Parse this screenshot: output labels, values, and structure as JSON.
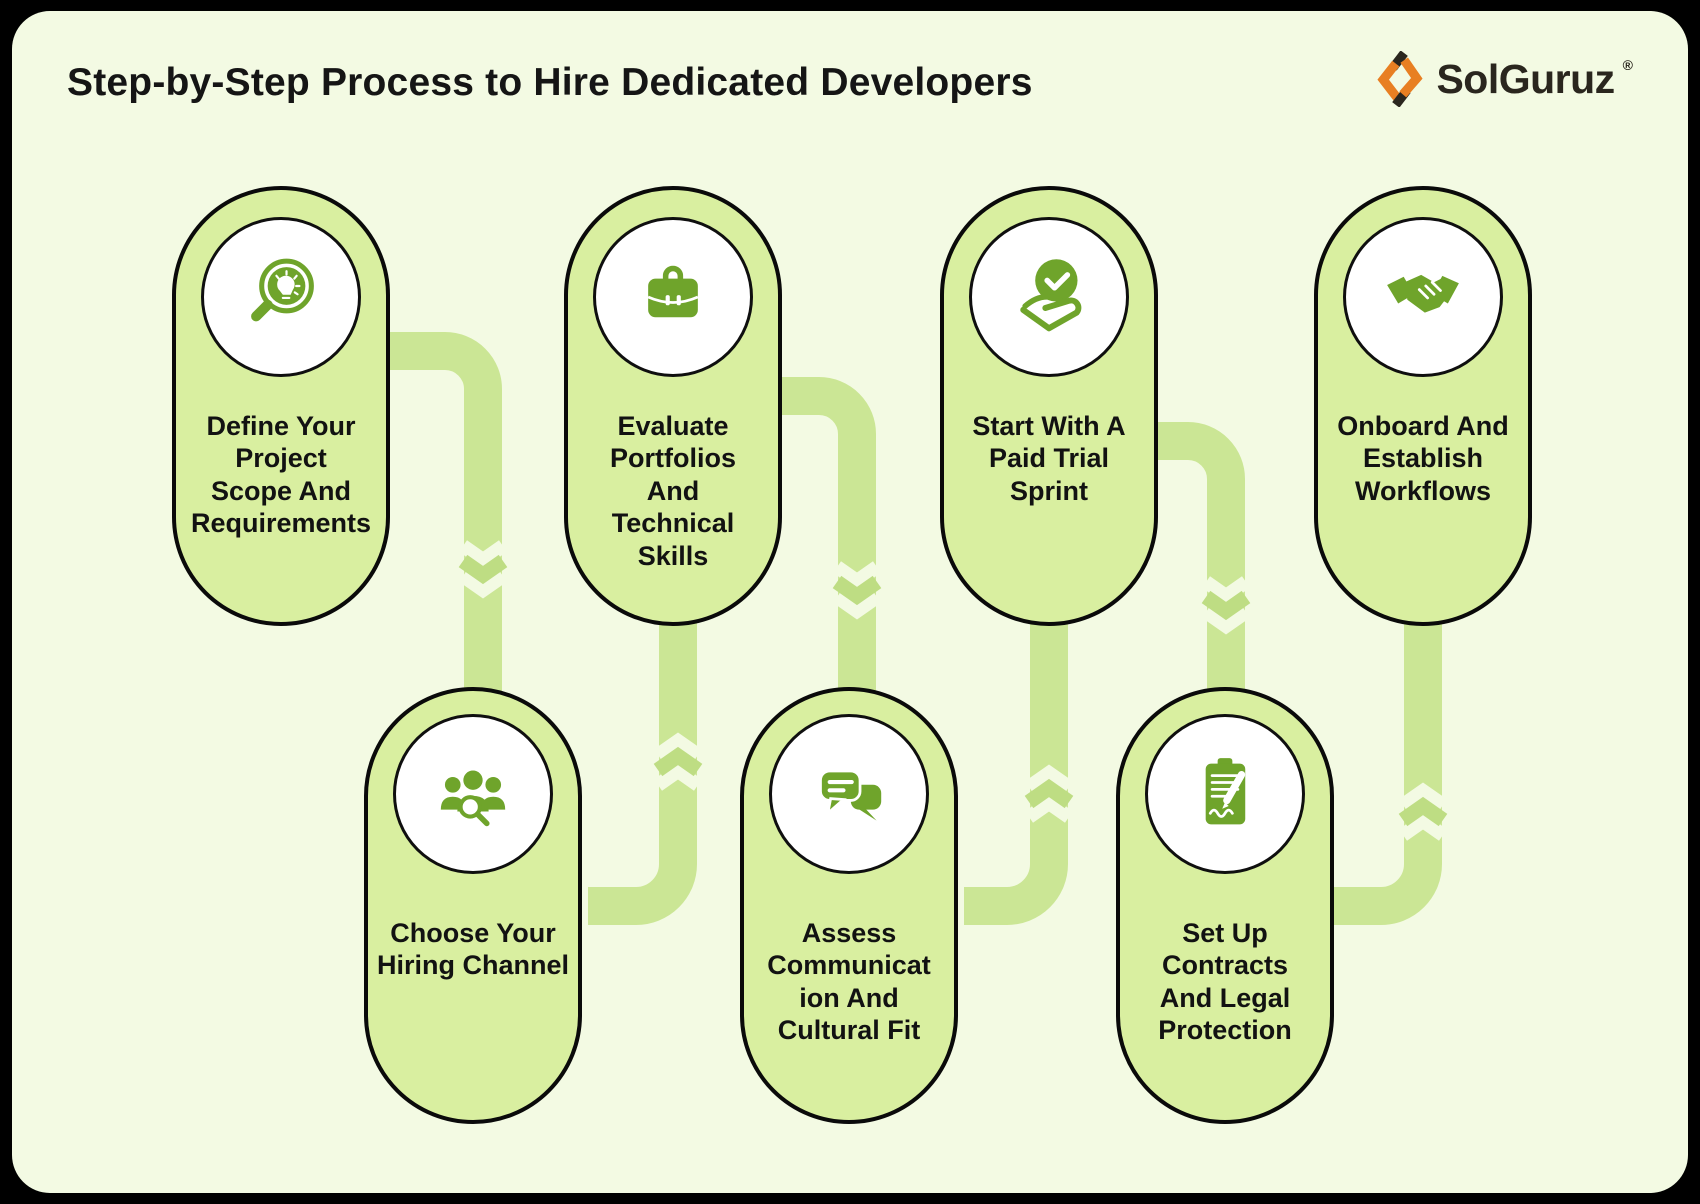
{
  "title": "Step-by-Step Process to Hire Dedicated Developers",
  "logo": {
    "name": "SolGuruz",
    "registered": "®"
  },
  "steps": [
    {
      "order": 1,
      "label": "Define Your\nProject\nScope And\nRequirements",
      "icon": "magnifier-lightbulb-icon"
    },
    {
      "order": 2,
      "label": "Choose Your\nHiring Channel",
      "icon": "people-search-icon"
    },
    {
      "order": 3,
      "label": "Evaluate\nPortfolios\nAnd\nTechnical\nSkills",
      "icon": "briefcase-icon"
    },
    {
      "order": 4,
      "label": "Assess\nCommunicat\nion And\nCultural Fit",
      "icon": "chat-bubbles-icon"
    },
    {
      "order": 5,
      "label": "Start With A\nPaid Trial\nSprint",
      "icon": "hand-check-icon"
    },
    {
      "order": 6,
      "label": "Set Up\nContracts\nAnd Legal\nProtection",
      "icon": "contract-pen-icon"
    },
    {
      "order": 7,
      "label": "Onboard And\nEstablish\nWorkflows",
      "icon": "handshake-icon"
    }
  ],
  "colors": {
    "panel_background": "#f3fae3",
    "pill_fill": "#d9efa0",
    "connector_band": "#cbe695",
    "connector_chevron": "#bedd83",
    "icon_green": "#6fa42b",
    "outline_black": "#0a0a0a",
    "logo_orange": "#e87f22",
    "logo_dark": "#2a261e"
  }
}
